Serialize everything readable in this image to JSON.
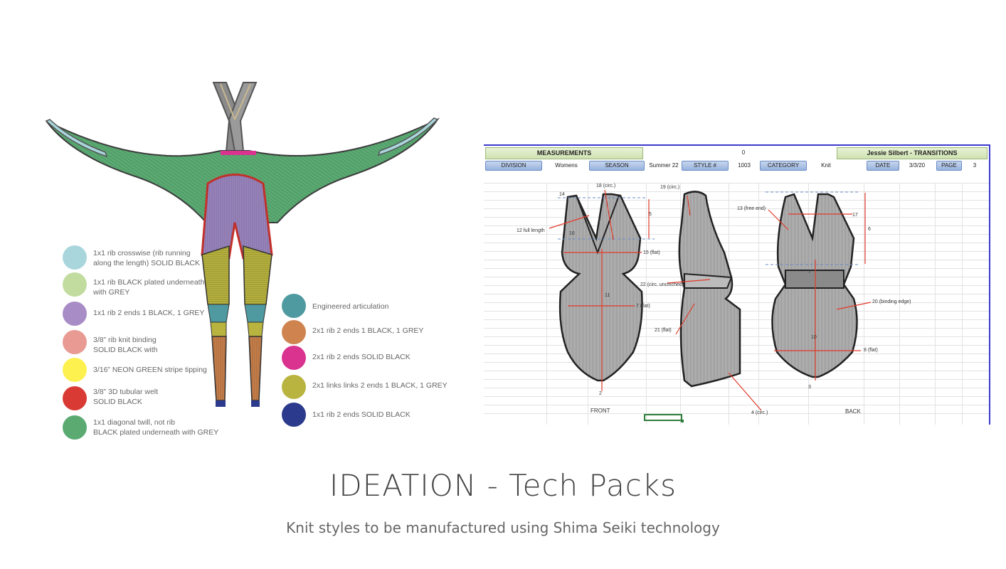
{
  "colors": {
    "bodysuit_green": "#5aaa72",
    "bodysuit_purple": "#9b86c0",
    "bodysuit_olive": "#b9b43f",
    "bodysuit_orange": "#c8804a",
    "bodysuit_teal": "#4e9aa0",
    "bodysuit_navy": "#2b3a8c",
    "sheet_border": "#3a3acc"
  },
  "legend_left": [
    {
      "color": "#a9d6dc",
      "text": "1x1 rib crosswise (rib running\nalong the length) SOLID BLACK"
    },
    {
      "color": "#c2dca0",
      "text": "1x1 rib BLACK plated underneath\nwith GREY"
    },
    {
      "color": "#a88cc6",
      "text": "1x1 rib 2 ends 1 BLACK, 1 GREY"
    },
    {
      "color": "#e89a93",
      "text": "3/8” rib knit binding\nSOLID BLACK with"
    },
    {
      "color": "#fdf150",
      "text": "3/16” NEON GREEN stripe tipping"
    },
    {
      "color": "#d93a34",
      "text": "3/8” 3D tubular welt\nSOLID BLACK"
    },
    {
      "color": "#5aaa72",
      "text": "1x1 diagonal twill, not rib\nBLACK plated underneath with GREY"
    }
  ],
  "legend_right": [
    {
      "color": "#4e9aa0",
      "text": "Engineered articulation"
    },
    {
      "color": "#cf8450",
      "text": "2x1 rib 2 ends 1 BLACK, 1 GREY"
    },
    {
      "color": "#d9338f",
      "text": "2x1 rib 2 ends SOLID BLACK"
    },
    {
      "color": "#b9b43f",
      "text": "2x1 links links 2 ends 1 BLACK, 1 GREY"
    },
    {
      "color": "#2b3a8c",
      "text": "1x1 rib 2 ends SOLID BLACK"
    }
  ],
  "sheet": {
    "measurements_label": "MEASUREMENTS",
    "center_value": "0",
    "designer": "Jessie Silbert - TRANSITIONS",
    "division_label": "DIVISION",
    "division_value": "Womens",
    "season_label": "SEASON",
    "season_value": "Summer 22",
    "style_label": "STYLE #",
    "style_value": "1003",
    "category_label": "CATEGORY",
    "category_value": "Knit",
    "date_label": "DATE",
    "date_value": "3/3/20",
    "page_label": "PAGE",
    "page_value": "3",
    "front_label": "FRONT",
    "back_label": "BACK",
    "points": {
      "p18": "18 (circ.)",
      "p19": "19 (circ.)",
      "p14": "14",
      "p5": "5",
      "p12": "12 full length",
      "p16": "16",
      "p15": "15 (flat)",
      "p11": "11",
      "p7": "7 (flat)",
      "p2": "2",
      "p22": "22 (circ. uncinched)",
      "p21": "21 (flat)",
      "p4": "4 (circ.)",
      "p13": "13 (free end)",
      "p17": "17",
      "p6": "6",
      "p20": "20 (binding edge)",
      "p10": "10",
      "p8": "8 (flat)",
      "p3": "3",
      "p7b": "7"
    }
  },
  "title": "IDEATION - Tech Packs",
  "subtitle": "Knit styles to be manufactured using Shima Seiki technology"
}
